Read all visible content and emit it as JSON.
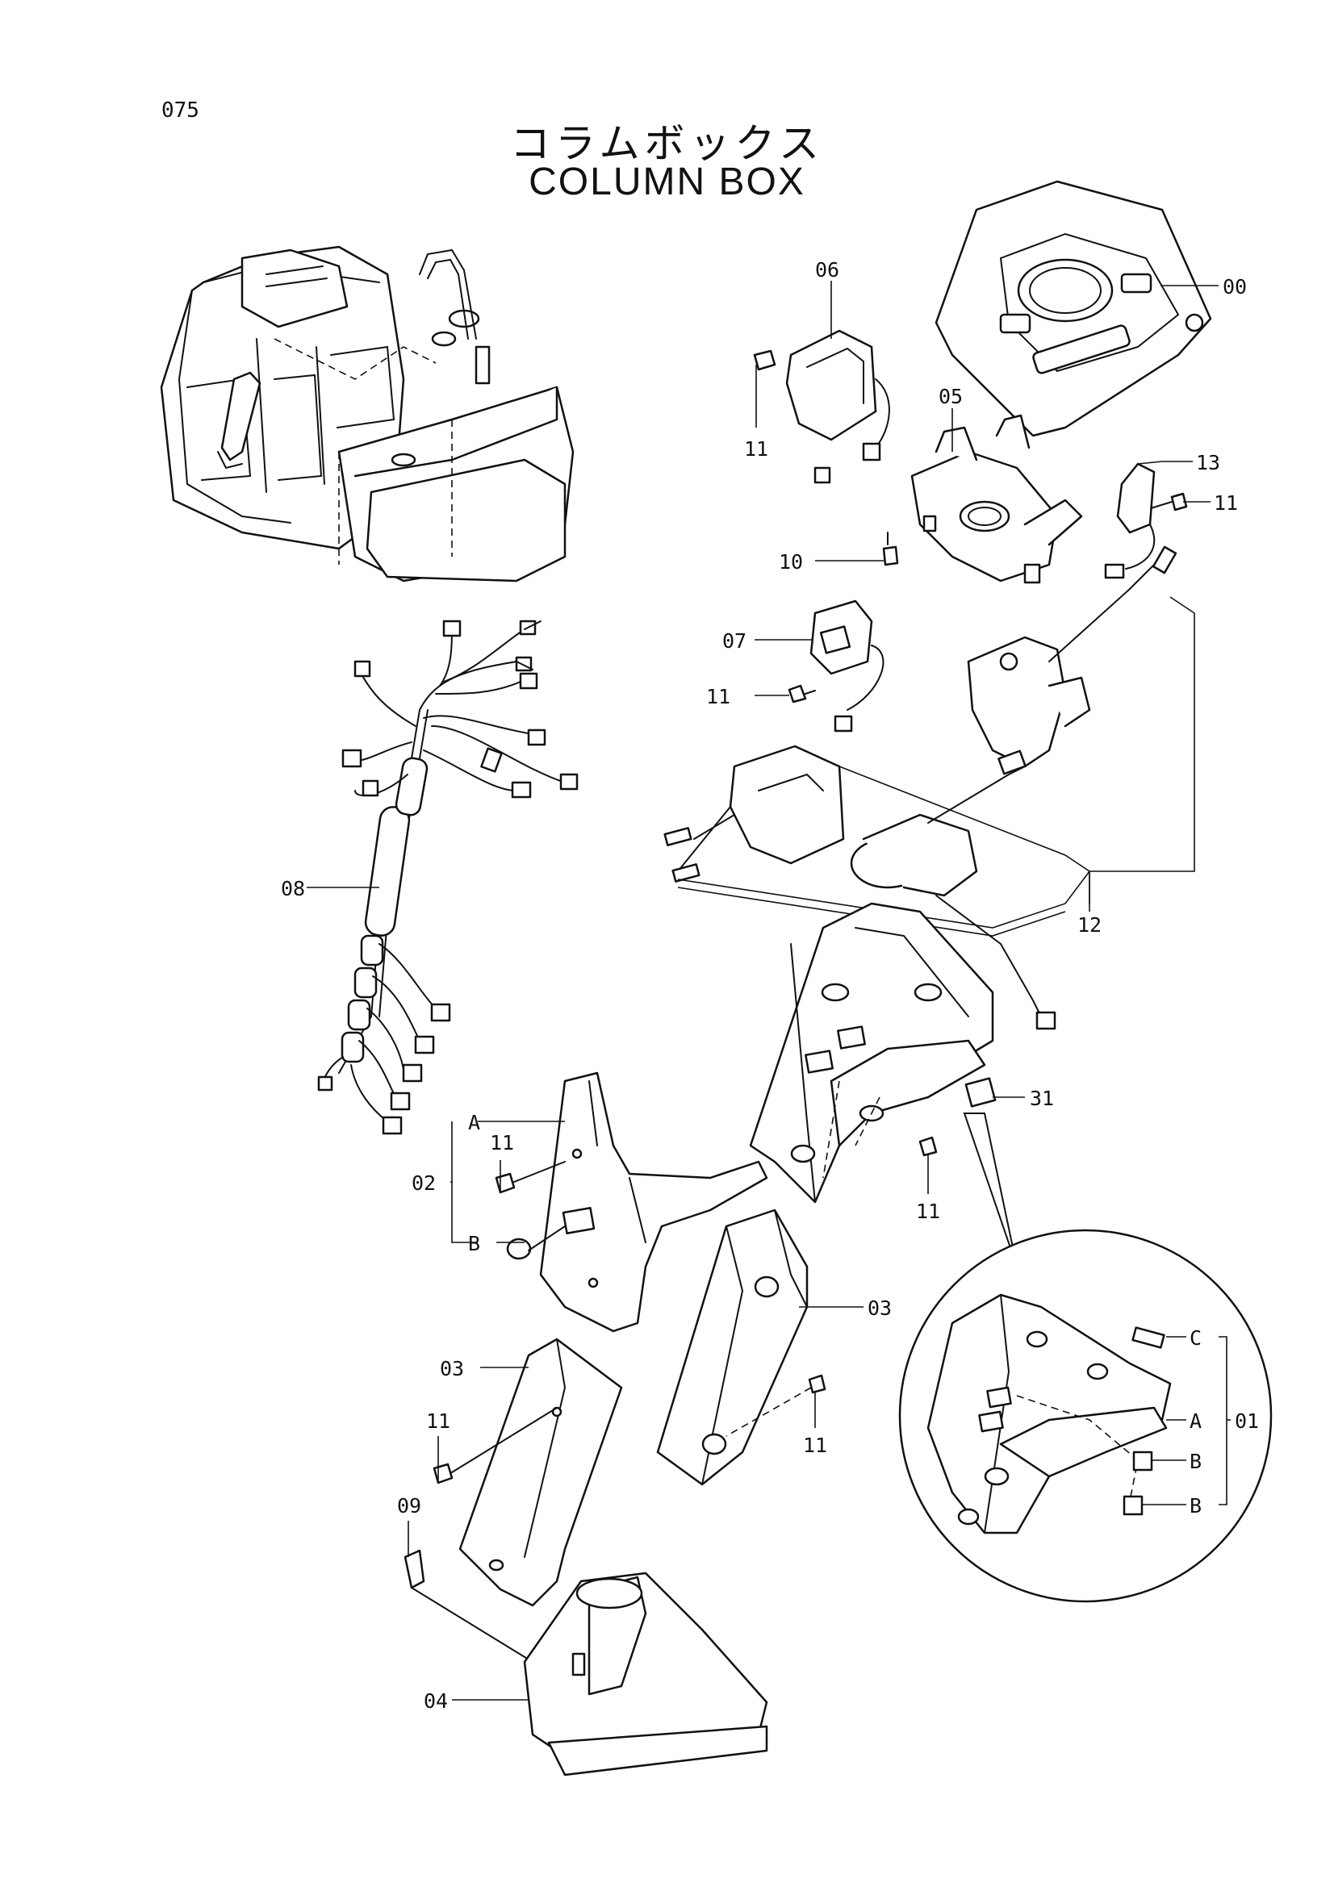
{
  "page": {
    "number": "075",
    "title_ja": "コラムボックス",
    "title_en": "COLUMN BOX"
  },
  "callouts": {
    "c00": "00",
    "c06": "06",
    "c05": "05",
    "c13": "13",
    "c11_a": "11",
    "c11_b": "11",
    "c10": "10",
    "c07": "07",
    "c11_c": "11",
    "c12": "12",
    "c08": "08",
    "c31": "31",
    "c11_d": "11",
    "c02": "02",
    "cA_1": "A",
    "cB_1": "B",
    "c11_e": "11",
    "c03_a": "03",
    "c03_b": "03",
    "c11_f": "11",
    "c11_g": "11",
    "c09": "09",
    "c04": "04",
    "cC_2": "C",
    "cA_2": "A",
    "cB_2a": "B",
    "cB_2b": "B",
    "c01": "01"
  }
}
